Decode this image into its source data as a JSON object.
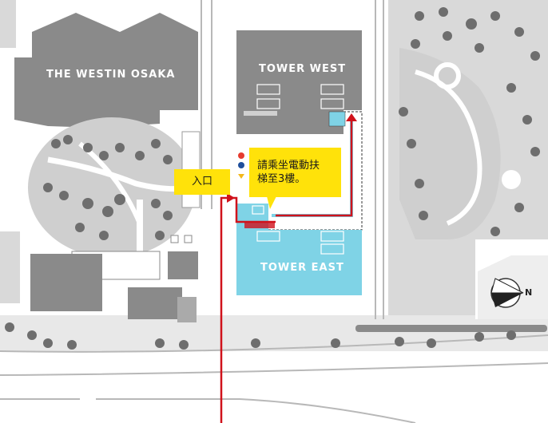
{
  "buildings": {
    "westin": "THE WESTIN OSAKA",
    "tower_west": "TOWER WEST",
    "tower_east": "TOWER EAST"
  },
  "callouts": {
    "entrance": "入口",
    "escalator_line1": "請乘坐電動扶",
    "escalator_line2": "梯至3樓。"
  },
  "compass": {
    "north": "N"
  },
  "colors": {
    "building": "#8a8a8a",
    "tower_east": "#7fd3e6",
    "route": "#d0121b",
    "callout": "#ffe20a",
    "greenery": "#d7d7d7",
    "tree": "#6e6e6e"
  }
}
